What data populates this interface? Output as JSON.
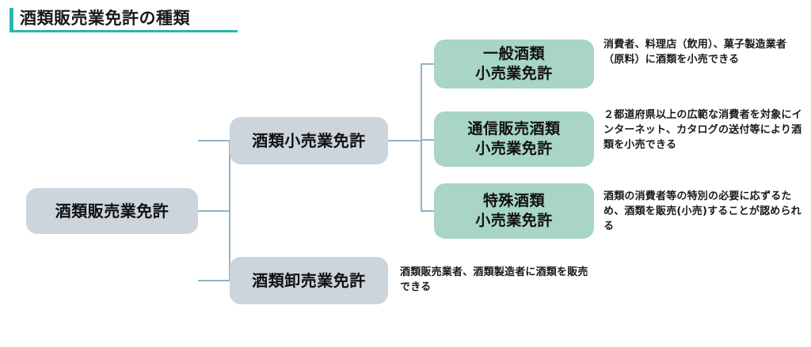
{
  "page": {
    "title": "酒類販売業免許の種類",
    "accent_color": "#29b6b0",
    "branch_box_color": "#ccd4dc",
    "leaf_box_color": "#a8d5c4",
    "connector_color": "#8fb4c4",
    "background_color": "#ffffff"
  },
  "diagram": {
    "type": "tree",
    "root": {
      "label": "酒類販売業免許"
    },
    "branches": [
      {
        "label": "酒類小売業免許",
        "children": [
          {
            "label_line1": "一般酒類",
            "label_line2": "小売業免許",
            "description": "消費者、料理店（飲用）、菓子製造業者（原料）に酒類を小売できる"
          },
          {
            "label_line1": "通信販売酒類",
            "label_line2": "小売業免許",
            "description": "２都道府県以上の広範な消費者を対象にインターネット、カタログの送付等により酒類を小売できる"
          },
          {
            "label_line1": "特殊酒類",
            "label_line2": "小売業免許",
            "description": "酒類の消費者等の特別の必要に応ずるため、酒類を販売(小売)することが認められる"
          }
        ]
      },
      {
        "label": "酒類卸売業免許",
        "description": "酒類販売業者、酒類製造者に酒類を販売できる",
        "children": []
      }
    ]
  }
}
